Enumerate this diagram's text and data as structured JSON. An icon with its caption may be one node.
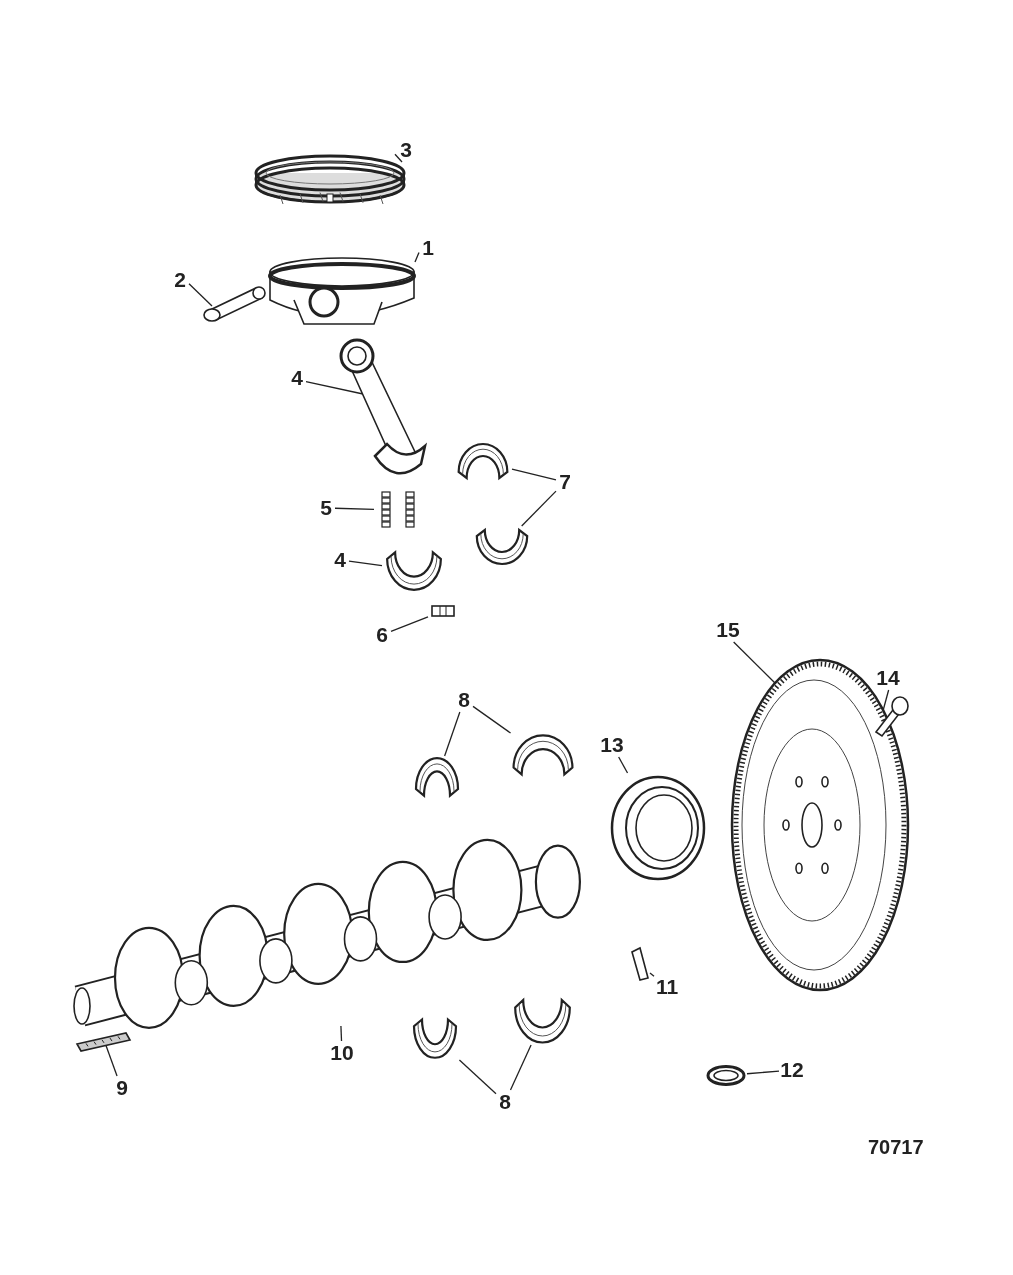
{
  "diagram": {
    "nodes": [
      {
        "text": [
          "3"
        ]
      },
      {
        "text": [],
        "shape": "picture"
      },
      {
        "text": [
          "1"
        ]
      },
      {
        "text": [],
        "shape": "picture"
      },
      {
        "text": [
          "2"
        ]
      },
      {
        "text": [],
        "shape": "picture"
      },
      {
        "text": [
          "4"
        ]
      },
      {
        "text": [],
        "shape": "picture"
      },
      {
        "text": [
          "7"
        ]
      },
      {
        "text": [],
        "shape": "picture"
      },
      {
        "text": [],
        "shape": "picture"
      },
      {
        "text": [
          "5"
        ]
      },
      {
        "text": [],
        "shape": "picture"
      },
      {
        "text": [
          "4"
        ]
      },
      {
        "text": [],
        "shape": "picture"
      },
      {
        "text": [
          "6"
        ]
      },
      {
        "text": [],
        "shape": "picture"
      },
      {
        "text": [
          "15"
        ]
      },
      {
        "text": [],
        "shape": "picture"
      },
      {
        "text": [
          "14"
        ]
      },
      {
        "text": [],
        "shape": "picture"
      },
      {
        "text": [
          "8"
        ]
      },
      {
        "text": [],
        "shape": "picture"
      },
      {
        "text": [],
        "shape": "picture"
      },
      {
        "text": [
          "13"
        ]
      },
      {
        "text": [],
        "shape": "picture"
      },
      {
        "text": [],
        "shape": "picture"
      },
      {
        "text": [
          "11"
        ]
      },
      {
        "text": [],
        "shape": "picture"
      },
      {
        "text": [
          "10"
        ]
      },
      {
        "text": [
          "9"
        ]
      },
      {
        "text": [],
        "shape": "picture"
      },
      {
        "text": [
          "8"
        ]
      },
      {
        "text": [],
        "shape": "picture"
      },
      {
        "text": [],
        "shape": "picture"
      },
      {
        "text": [
          "12"
        ]
      },
      {
        "text": [],
        "shape": "picture"
      }
    ],
    "edges": [
      {
        "from": 0,
        "to": 1,
        "arrow": "none"
      },
      {
        "from": 2,
        "to": 3,
        "arrow": "none"
      },
      {
        "from": 4,
        "to": 5,
        "arrow": "none"
      },
      {
        "from": 6,
        "to": 7,
        "arrow": "none"
      },
      {
        "from": 8,
        "to": 9,
        "arrow": "none"
      },
      {
        "from": 8,
        "to": 10,
        "arrow": "none"
      },
      {
        "from": 11,
        "to": 12,
        "arrow": "none"
      },
      {
        "from": 13,
        "to": 14,
        "arrow": "none"
      },
      {
        "from": 15,
        "to": 16,
        "arrow": "none"
      },
      {
        "from": 17,
        "to": 18,
        "arrow": "none"
      },
      {
        "from": 19,
        "to": 20,
        "arrow": "none"
      },
      {
        "from": 21,
        "to": 22,
        "arrow": "none"
      },
      {
        "from": 21,
        "to": 23,
        "arrow": "none"
      },
      {
        "from": 24,
        "to": 25,
        "arrow": "none"
      },
      {
        "from": 27,
        "to": 28,
        "arrow": "none"
      },
      {
        "from": 29,
        "to": 26,
        "arrow": "none"
      },
      {
        "from": 30,
        "to": 31,
        "arrow": "none"
      },
      {
        "from": 32,
        "to": 33,
        "arrow": "none"
      },
      {
        "from": 32,
        "to": 34,
        "arrow": "none"
      },
      {
        "from": 35,
        "to": 36,
        "arrow": "none"
      }
    ],
    "labels": [
      "70717"
    ]
  }
}
